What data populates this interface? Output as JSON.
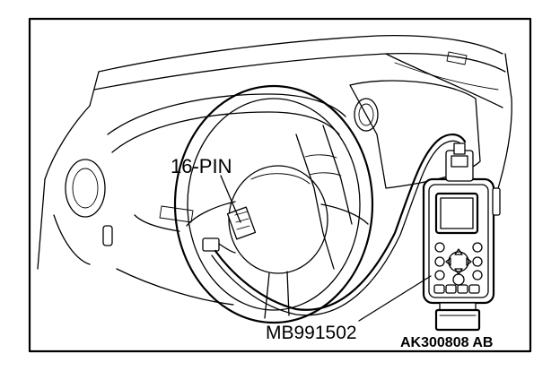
{
  "figure": {
    "labels": {
      "connector": "16-PIN",
      "tool": "MB991502",
      "code": "AK300808 AB"
    },
    "colors": {
      "ink": "#000000",
      "paper": "#ffffff"
    }
  }
}
